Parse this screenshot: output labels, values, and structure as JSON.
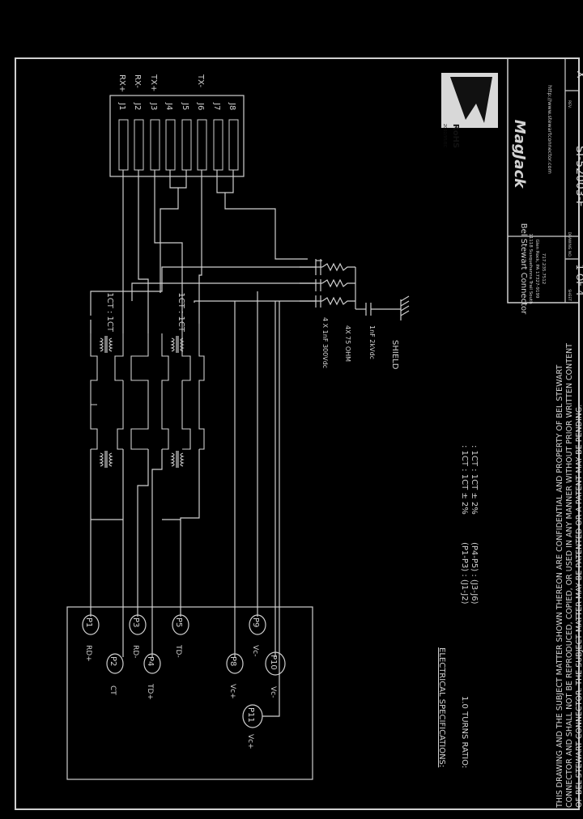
{
  "title_block": {
    "company": "Bel Stewart Connector",
    "address": [
      "11118 Susquehanna Trail South",
      "Glen Rock, PA 17327-9199",
      "717.235.7512"
    ],
    "brand": "MagJack",
    "website": "http://www.stewartconnector.com",
    "rohs": "RoHS",
    "rohs_sub": "2002/95/EC",
    "sheet_label": "SHEET",
    "sheet_value": "1 OF 4",
    "drawing_label": "DRAWING NO.",
    "drawing_value": "SI-52003-F",
    "rev_label": "REV.",
    "rev_value": "X"
  },
  "jack_pins": [
    {
      "id": "J1",
      "signal": "RX+"
    },
    {
      "id": "J2",
      "signal": "RX-"
    },
    {
      "id": "J3",
      "signal": "TX+"
    },
    {
      "id": "J4",
      "signal": ""
    },
    {
      "id": "J5",
      "signal": ""
    },
    {
      "id": "J6",
      "signal": "TX-"
    },
    {
      "id": "J7",
      "signal": ""
    },
    {
      "id": "J8",
      "signal": ""
    }
  ],
  "pcb_pins": [
    {
      "id": "P1",
      "label": "RD+"
    },
    {
      "id": "P2",
      "label": "CT"
    },
    {
      "id": "P3",
      "label": "RD-"
    },
    {
      "id": "P4",
      "label": "TD+"
    },
    {
      "id": "P5",
      "label": "TD-"
    },
    {
      "id": "P8",
      "label": "Vc+"
    },
    {
      "id": "P9",
      "label": "Vc-"
    },
    {
      "id": "P10",
      "label": "Vc-"
    },
    {
      "id": "P11",
      "label": "Vc+"
    }
  ],
  "transformer_ratios": [
    "1CT : 1CT",
    "1CT : 1CT"
  ],
  "components": [
    "4 X 1nF 300Vdc",
    "4X 75 OHM",
    "1nF 2kVdc"
  ],
  "shield_label": "SHIELD",
  "specs": {
    "heading": "ELECTRICAL SPECIFICATIONS:",
    "item": "1.0  TURNS RATIO:",
    "rows": [
      {
        "pins": "(P1-P3) : (J1-J2)",
        "ratio": ":  1CT : 1CT  ±  2%"
      },
      {
        "pins": "(P4-P5) : (J3-J6)",
        "ratio": ":  1CT : 1CT  ±  2%"
      }
    ]
  },
  "notice": [
    "THIS DRAWING AND THE SUBJECT MATTER SHOWN THEREON ARE CONFIDENTIAL AND PROPERTY OF BEL STEWART",
    "CONNECTOR AND SHALL NOT BE REPRODUCED, COPIED, OR USED IN ANY MANNER WITHOUT PRIOR WRITTEN CONTENT",
    "OF BEL STEWART CONNECTOR. THE SUBJECT MATTER MAY BE PATENTED OR A PATENT MAY BE PENDING."
  ]
}
